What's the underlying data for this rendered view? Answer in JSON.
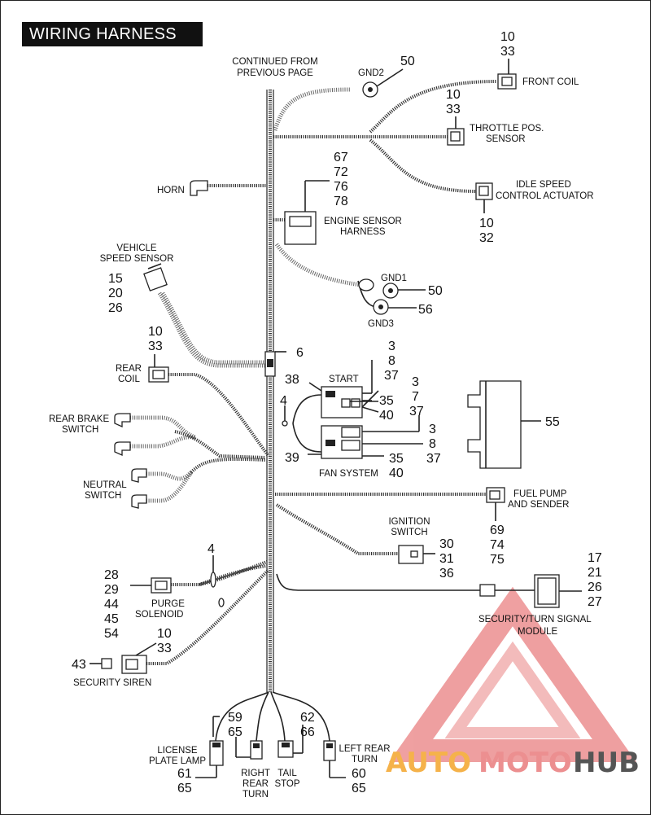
{
  "title": "WIRING HARNESS",
  "labels": {
    "continued": [
      "CONTINUED FROM",
      "PREVIOUS PAGE"
    ],
    "gnd2": "GND2",
    "front_coil": "FRONT  COIL",
    "throttle": [
      "THROTTLE POS.",
      "SENSOR"
    ],
    "idle": [
      "IDLE SPEED",
      "CONTROL ACTUATOR"
    ],
    "horn": "HORN",
    "engine_sensor": [
      "ENGINE SENSOR",
      "HARNESS"
    ],
    "vehicle_speed": [
      "VEHICLE",
      "SPEED SENSOR"
    ],
    "gnd1": "GND1",
    "gnd3": "GND3",
    "rear_coil": [
      "REAR",
      "COIL"
    ],
    "start": "START",
    "fan_system": "FAN SYSTEM",
    "rear_brake": [
      "REAR BRAKE",
      "SWITCH"
    ],
    "neutral": [
      "NEUTRAL",
      "SWITCH"
    ],
    "fuel_pump": [
      "FUEL PUMP",
      "AND SENDER"
    ],
    "ignition": [
      "IGNITION",
      "SWITCH"
    ],
    "purge": [
      "PURGE",
      "SOLENOID"
    ],
    "security_module": [
      "SECURITY/TURN SIGNAL",
      "MODULE"
    ],
    "security_siren": "SECURITY SIREN",
    "license": [
      "LICENSE",
      "PLATE LAMP"
    ],
    "right_rear": [
      "RIGHT",
      "REAR",
      "TURN"
    ],
    "tail": [
      "TAIL",
      "STOP"
    ],
    "left_rear": [
      "LEFT REAR",
      "TURN"
    ]
  },
  "numbers": {
    "gnd2_ref": "50",
    "front_coil": [
      "10",
      "33"
    ],
    "throttle": [
      "10",
      "33"
    ],
    "idle": [
      "10",
      "32"
    ],
    "engine_sensor": [
      "67",
      "72",
      "76",
      "78"
    ],
    "vehicle_speed": [
      "15",
      "20",
      "26"
    ],
    "gnd1_ref": "50",
    "gnd3_ref": "56",
    "connector6": "6",
    "rear_coil": [
      "10",
      "33"
    ],
    "start": [
      "3",
      "8",
      "37"
    ],
    "relay_38": "38",
    "relay_4": "4",
    "relay_mid": [
      "35",
      "40"
    ],
    "relay_right": [
      "3",
      "7",
      "37"
    ],
    "fan": [
      "3",
      "8",
      "37"
    ],
    "fan_39": "39",
    "fan_bottom": [
      "35",
      "40"
    ],
    "module55": "55",
    "fuel_pump": [
      "69",
      "74",
      "75"
    ],
    "ignition": [
      "30",
      "31",
      "36"
    ],
    "clip4": "4",
    "purge": [
      "28",
      "29",
      "44",
      "45",
      "54"
    ],
    "security_module": [
      "17",
      "21",
      "26",
      "27"
    ],
    "siren_top": [
      "10",
      "33"
    ],
    "siren_left": "43",
    "license": [
      "61",
      "65"
    ],
    "right_rear": [
      "59",
      "65"
    ],
    "tail": [
      "62",
      "66"
    ],
    "left_rear": [
      "60",
      "65"
    ]
  },
  "watermark": {
    "auto": "AUTO",
    "moto": "MOTO",
    "hub": "HUB"
  },
  "colors": {
    "watermark_red": "#e8464a",
    "watermark_orange": "#f5b24a",
    "watermark_gray": "#555555"
  }
}
